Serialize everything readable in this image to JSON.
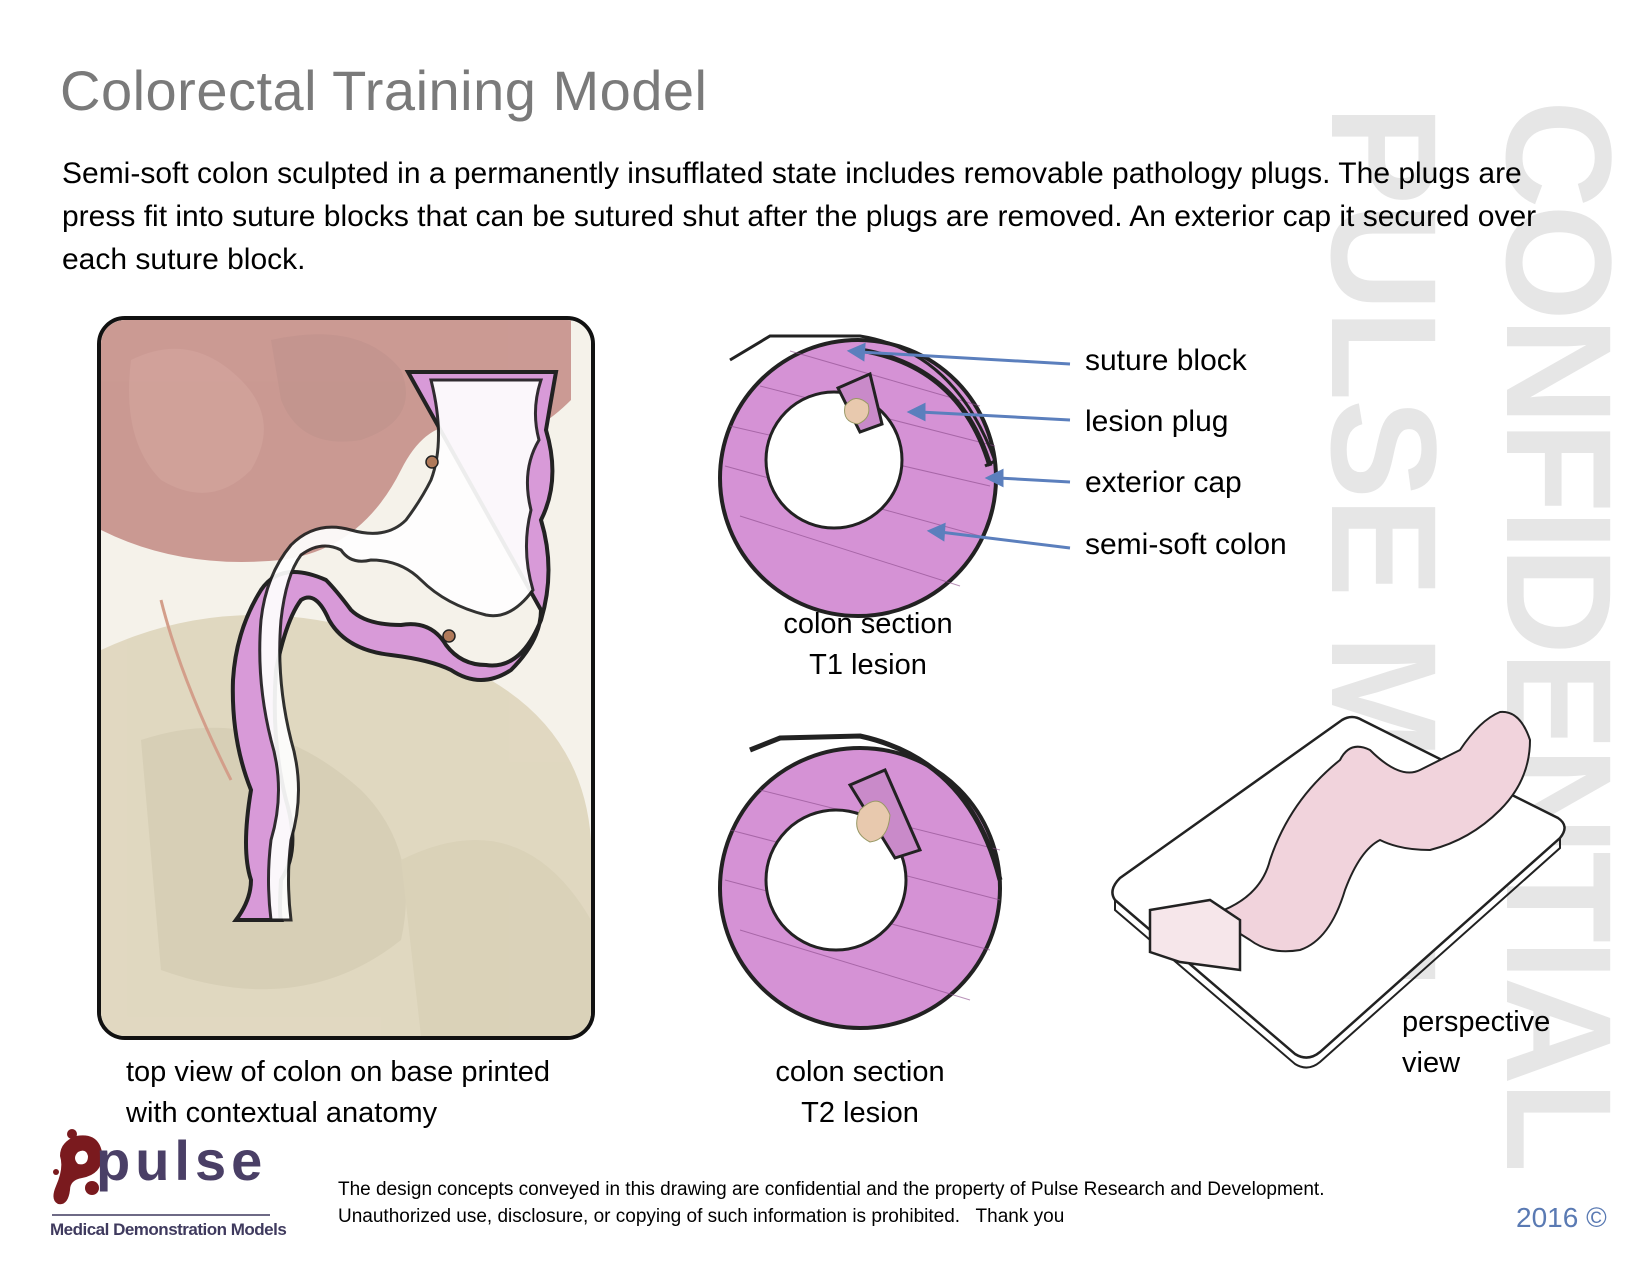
{
  "header": {
    "title": "Colorectal Training Model",
    "intro": "Semi-soft colon sculpted in a permanently insufflated state includes removable pathology plugs.  The plugs are press fit into suture blocks that can be sutured shut after the plugs are removed.  An exterior cap it secured over each suture block."
  },
  "watermark": {
    "line1": "PULSE MDM",
    "line2": "CONFIDENTIAL",
    "color": "#e6e6e6"
  },
  "figures": {
    "top_view": {
      "caption_line1": "top view of colon on base printed",
      "caption_line2": "with contextual anatomy"
    },
    "t1_section": {
      "caption_line1": "colon section",
      "caption_line2": "T1 lesion",
      "callouts": [
        {
          "label": "suture block"
        },
        {
          "label": "lesion plug"
        },
        {
          "label": "exterior cap"
        },
        {
          "label": "semi-soft colon"
        }
      ],
      "arrow_color": "#5b7fbd"
    },
    "t2_section": {
      "caption_line1": "colon section",
      "caption_line2": "T2 lesion"
    },
    "perspective": {
      "caption_line1": "perspective",
      "caption_line2": "view"
    }
  },
  "footer": {
    "logo_word": "pulse",
    "logo_tagline": "Medical Demonstration Models",
    "notice_line1": "The design concepts conveyed in this drawing are confidential and the property of Pulse Research and Development.",
    "notice_line2": "Unauthorized use, disclosure, or copying of such information is prohibited.   Thank you",
    "year": "2016 ©"
  },
  "colors": {
    "colon_pink": "#d28ad2",
    "lesion_tan": "#e8c9ae",
    "title_gray": "#7a7a7a",
    "year_blue": "#5a7ab3",
    "logo_red": "#7a1a1e"
  }
}
